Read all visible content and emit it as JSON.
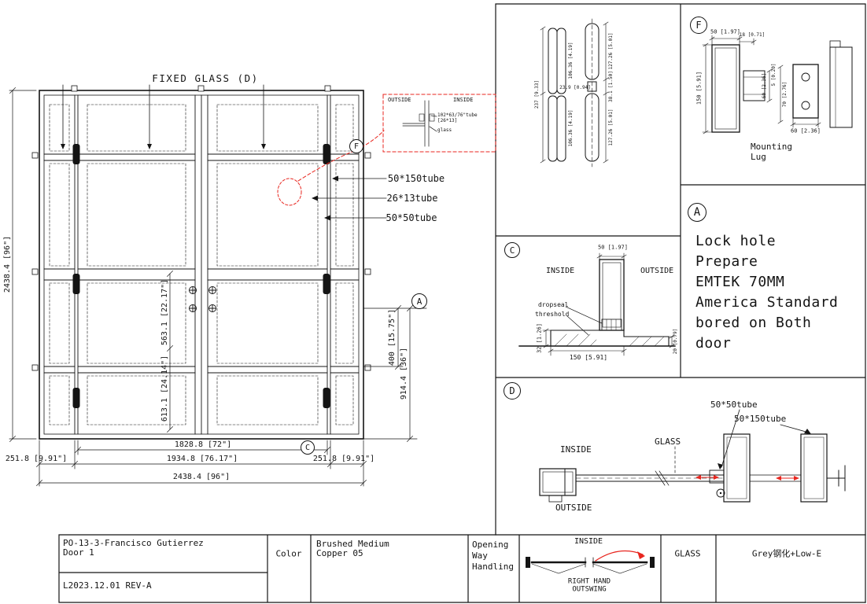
{
  "colors": {
    "ink": "#141414",
    "accent_red": "#e8261f"
  },
  "main_view": {
    "title": "FIXED GLASS (D)",
    "dim_height": "2438.4 [96\"]",
    "dim_width_total": "2438.4 [96\"]",
    "dim_leaves": "1828.8 [72\"]",
    "dim_frame": "1934.8 [76.17\"]",
    "dim_sidelite_left": "251.8 [9.91\"]",
    "dim_sidelite_right": "251.8 [9.91\"]",
    "dim_mid_upper": "563.1 [22.17\"]",
    "dim_mid_lower": "613.1 [24.14\"]",
    "dim_handle_gap": "400 [15.75\"]",
    "dim_handle_height": "914.4 [36\"]",
    "tube_label_1": "50*150tube",
    "tube_label_2": "26*13tube",
    "tube_label_3": "50*50tube",
    "callout": {
      "outside": "OUTSIDE",
      "inside": "INSIDE",
      "note_line1": "102*63/76\"tube",
      "note_line2": "[26*13]",
      "note_glass": "glass"
    }
  },
  "balloons": {
    "f": "F",
    "a": "A",
    "c": "C",
    "d": "D"
  },
  "hinge_detail": {
    "dim_total": "237 [9.33]",
    "dim_leaf_top": "106.36 [4.19]",
    "dim_knuckle": "23.9 [0.94]",
    "dim_leaf_bottom": "106.36 [4.19]",
    "dim_right_top": "127.26 [5.01]",
    "dim_right_mid": "38.1 [1.50]",
    "dim_right_bottom": "127.26 [5.01]"
  },
  "section_c": {
    "inside": "INSIDE",
    "outside": "OUTSIDE",
    "dim_tube": "50 [1.97]",
    "label_dropseal": "dropseal",
    "label_threshold": "threshold",
    "dim_height": "32 [1.26]",
    "dim_width": "150 [5.91]",
    "dim_lip": "20 [0.79]"
  },
  "panel_f": {
    "dim_tube_width": "50 [1.97]",
    "dim_offset": "18 [0.71]",
    "dim_tube_height": "150 [5.91]",
    "dim_lug_side": "60 [2.36]",
    "dim_gap": "5 [0.20]",
    "dim_lug_length": "70 [2.76]",
    "dim_lug_bottom": "60 [2.36]",
    "caption_line1": "Mounting",
    "caption_line2": "Lug"
  },
  "panel_a": {
    "lines": [
      "Lock hole",
      "Prepare",
      "EMTEK 70MM",
      "America Standard",
      "bored on Both",
      "door"
    ]
  },
  "panel_d": {
    "label_5050": "50*50tube",
    "label_50150": "50*150tube",
    "inside": "INSIDE",
    "glass": "GLASS",
    "outside": "OUTSIDE"
  },
  "title_block": {
    "project_line1": "PO-13-3-Francisco Gutierrez",
    "project_line2": "Door 1",
    "revision": "L2023.12.01 REV-A",
    "color_label": "Color",
    "color_value_line1": "Brushed Medium",
    "color_value_line2": "Copper 05",
    "opening_line1": "Opening",
    "opening_line2": "Way",
    "opening_line3": "Handling",
    "swing_inside": "INSIDE",
    "swing_caption_line1": "RIGHT HAND",
    "swing_caption_line2": "OUTSWING",
    "glass_label": "GLASS",
    "glass_value": "Grey钢化+Low-E"
  }
}
